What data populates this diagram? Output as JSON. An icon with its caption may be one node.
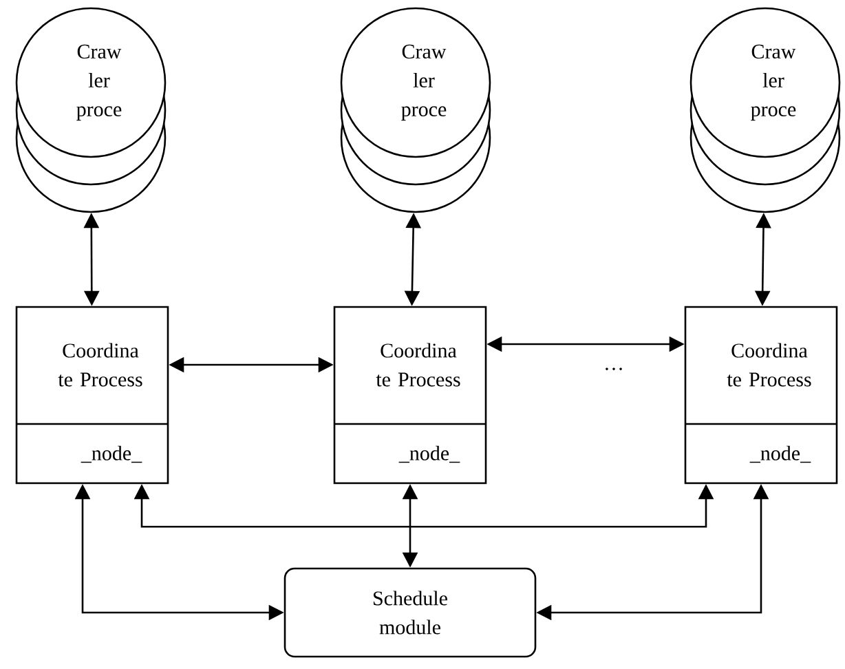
{
  "diagram": {
    "nodes": [
      {
        "text": [
          "Craw ler proce"
        ]
      },
      {
        "text": [
          "Craw ler proce"
        ]
      },
      {
        "text": [
          "Craw ler proce"
        ]
      },
      {
        "text": [
          "Coordina te Process",
          "_node_"
        ]
      },
      {
        "text": [
          "Coordina te Process",
          "_node_"
        ]
      },
      {
        "text": [
          "Coordina te Process",
          "_node_"
        ]
      },
      {
        "text": [
          "Schedule module"
        ]
      }
    ],
    "edges": [
      {
        "from": 0,
        "to": 3,
        "arrow": "both"
      },
      {
        "from": 1,
        "to": 4,
        "arrow": "both"
      },
      {
        "from": 2,
        "to": 5,
        "arrow": "both"
      },
      {
        "from": 3,
        "to": 4,
        "arrow": "both"
      },
      {
        "from": 4,
        "to": 5,
        "arrow": "both"
      },
      {
        "from": 4,
        "to": 6,
        "arrow": "both"
      },
      {
        "from": 3,
        "to": 5,
        "arrow": "both"
      },
      {
        "from": 3,
        "to": 6,
        "arrow": "both"
      },
      {
        "from": 5,
        "to": 6,
        "arrow": "both"
      }
    ],
    "labels": [
      "…"
    ]
  }
}
